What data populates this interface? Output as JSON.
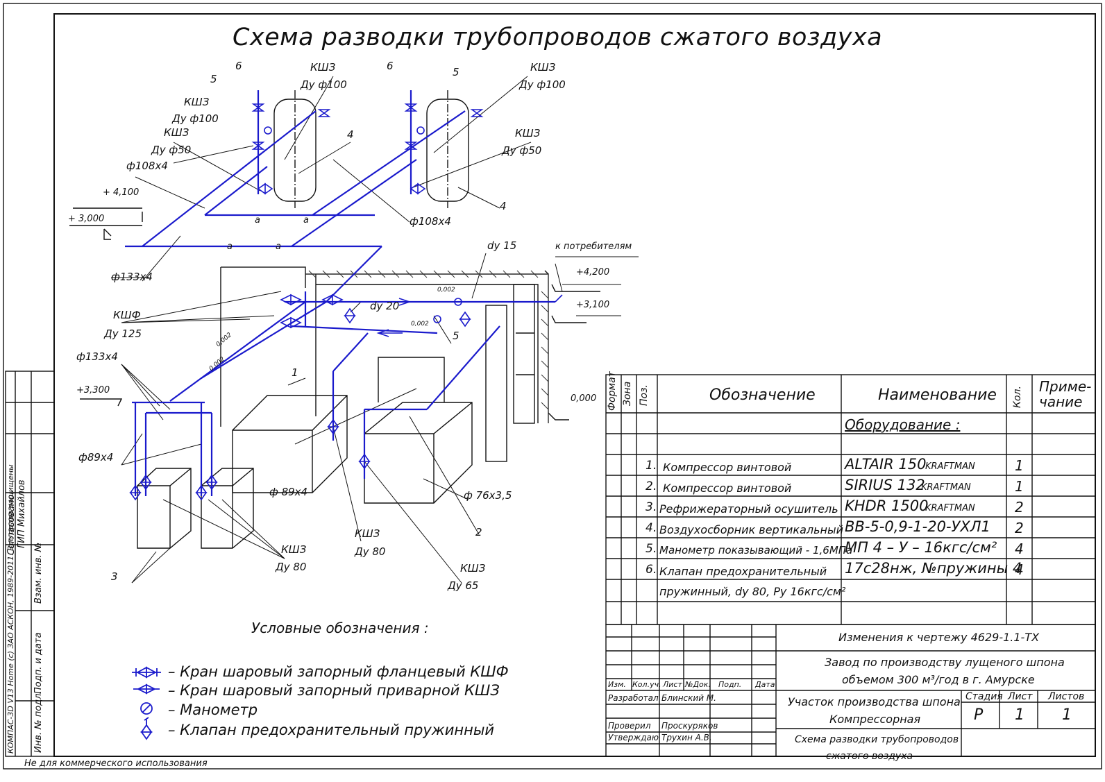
{
  "title": "Схема разводки трубопроводов сжатого воздуха",
  "callouts": {
    "n1": "1",
    "n2": "2",
    "n3": "3",
    "n4a": "4",
    "n4b": "4",
    "n5a": "5",
    "n5b": "5",
    "n5c": "5",
    "n6a": "6",
    "n6b": "6",
    "ksh3": "КШЗ",
    "ksh3_2": "КШЗ",
    "ksh3_3": "КШЗ",
    "ksh3_4": "КШЗ",
    "ksh3_5": "КШЗ",
    "ksh3_6": "КШЗ",
    "ksh3_7": "КШЗ",
    "ksh3_8": "КШЗ",
    "du100a": "Ду ф100",
    "du100b": "Ду ф100",
    "du100c": "Ду ф100",
    "du50a": "Ду ф50",
    "du50b": "Ду ф50",
    "p108a": "ф108х4",
    "p108b": "ф108х4",
    "p133a": "ф133х4",
    "p133b": "ф133х4",
    "p89a": "ф89х4",
    "p89b": "ф 89х4",
    "p76": "ф 76х3,5",
    "lvl4100": "+ 4,100",
    "lvl3000": "+ 3,000",
    "lvl4200": "+4,200",
    "lvl3100": "+3,100",
    "lvl3300": "+3,300",
    "lvl0": "0,000",
    "dy15": "dy 15",
    "dy20": "dy 20",
    "consumers": "к потребителям",
    "kshf": "КШФ",
    "du125": "Ду 125",
    "du80a": "Ду 80",
    "du80b": "Ду 80",
    "du65": "Ду 65",
    "a1": "a",
    "a2": "a",
    "a3": "a",
    "a4": "a",
    "s1": "0,002",
    "s2": "0,002",
    "s3": "0,002",
    "s4": "0,002"
  },
  "legend": {
    "heading": "Условные обозначения :",
    "items": [
      "– Кран шаровый запорный фланцевый  КШФ",
      "– Кран шаровый запорный приварной  КШЗ",
      "– Манометр",
      "– Клапан предохранительный пружинный"
    ]
  },
  "spec": {
    "headers": {
      "format": "Формат",
      "zone": "Зона",
      "pos": "Поз.",
      "designation": "Обозначение",
      "name": "Наименование",
      "qty": "Кол.",
      "note1": "Приме-",
      "note2": "чание"
    },
    "section": "Оборудование :",
    "rows": [
      {
        "pos": "1.",
        "designation": "Компрессор винтовой",
        "name": "ALTAIR 150",
        "brand": "KRAFTMAN",
        "qty": "1"
      },
      {
        "pos": "2.",
        "designation": "Компрессор винтовой",
        "name": "SIRIUS 132",
        "brand": "KRAFTMAN",
        "qty": "1"
      },
      {
        "pos": "3.",
        "designation": "Рефрижераторный осушитель",
        "name": "KHDR 1500",
        "brand": "KRAFTMAN",
        "qty": "2"
      },
      {
        "pos": "4.",
        "designation": "Воздухосборник вертикальный",
        "name": "ВВ-5-0,9-1-20-УХЛ1",
        "brand": "",
        "qty": "2"
      },
      {
        "pos": "5.",
        "designation": "Манометр показывающий - 1,6МПа",
        "name": "МП 4 – У – 16кгс/см²",
        "brand": "",
        "qty": "4"
      },
      {
        "pos": "6.",
        "designation": "Клапан предохранительный",
        "name": "17с28нж, №пружины 4",
        "brand": "",
        "qty": "4"
      }
    ],
    "row6b": "пружинный, dy 80, Ру 16кгс/см²"
  },
  "titleblock": {
    "changes": "Изменения к чертежу 4629-1.1-ТХ",
    "plant1": "Завод по производству лущеного шпона",
    "plant2": "объемом 300 м³/год в г. Амурске",
    "sect1": "Участок производства шпона",
    "sect2": "Компрессорная",
    "doc1": "Схема разводки трубопроводов",
    "doc2": "сжатого воздуха",
    "cols": {
      "izm": "Изм.",
      "kol": "Кол.уч.",
      "list": "Лист",
      "ndok": "№Док.",
      "podp": "Подп.",
      "data": "Дата"
    },
    "roles": {
      "razrab": "Разработал",
      "prover": "Проверил",
      "utv": "Утверждаю"
    },
    "people": {
      "razrab": "Блинский М.",
      "prover": "Проскуряков",
      "utv": "Трухин А.В."
    },
    "stadia_h": "Стадия",
    "list_h": "Лист",
    "listov_h": "Листов",
    "stadia": "Р",
    "list": "1",
    "listov": "1"
  },
  "side": {
    "soglas": "Согласовано",
    "gip": "ГИП  Михайлов",
    "vzam": "Взам. инв. №",
    "podpdata": "Подп. и дата",
    "invpodl": "Инв. № подл.",
    "kompas": "КОМПАС-3D V13 Home (с) ЗАО АСКОН, 1989-2011. Все права защищены"
  },
  "footer": "Не для коммерческого использования",
  "colors": {
    "pipe": "#1a1acc",
    "line": "#111111"
  }
}
